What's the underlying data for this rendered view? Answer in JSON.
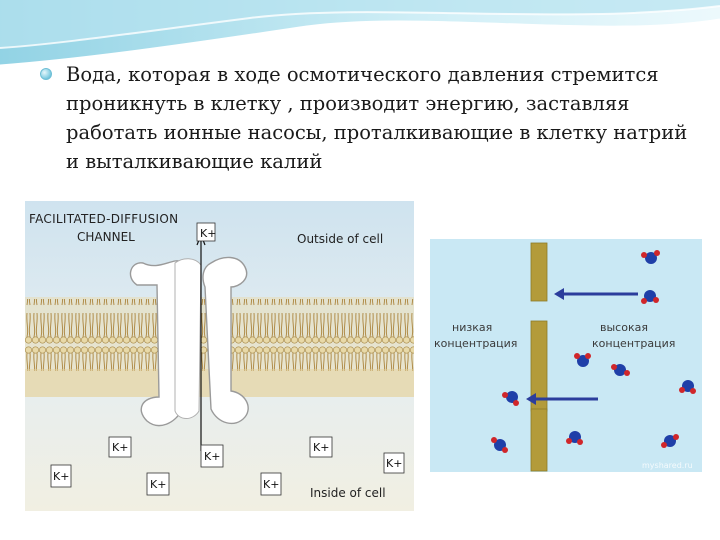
{
  "slide": {
    "bullet_text": "Вода, которая в ходе осмотического давления стремится проникнуть в клетку , производит энергию, заставляя работать ионные насосы, проталкивающие в клетку натрий и выталкивающие калий"
  },
  "figure_left": {
    "channel_label_line1": "FACILITATED-DIFFUSION",
    "channel_label_line2": "CHANNEL",
    "outside_label": "Outside of cell",
    "inside_label": "Inside of cell",
    "ion_top": "K+",
    "ions_inside": [
      "K+",
      "K+",
      "K+",
      "K+",
      "K+",
      "K+",
      "K+"
    ]
  },
  "figure_right": {
    "low_label_line1": "низкая",
    "low_label_line2": "концентрация",
    "high_label_line1": "высокая",
    "high_label_line1_": "",
    "high_label_line2": "концентрация",
    "watermark": "myshared.ru"
  },
  "colors": {
    "membrane_head": "#e8d9a8",
    "membrane_tail": "#c9a35c",
    "right_bg": "#c9e8f4",
    "barrier": "#b39b3a",
    "arrow": "#2b3d9c",
    "molecule_blue": "#1f3fa8",
    "molecule_red": "#d0262a"
  }
}
